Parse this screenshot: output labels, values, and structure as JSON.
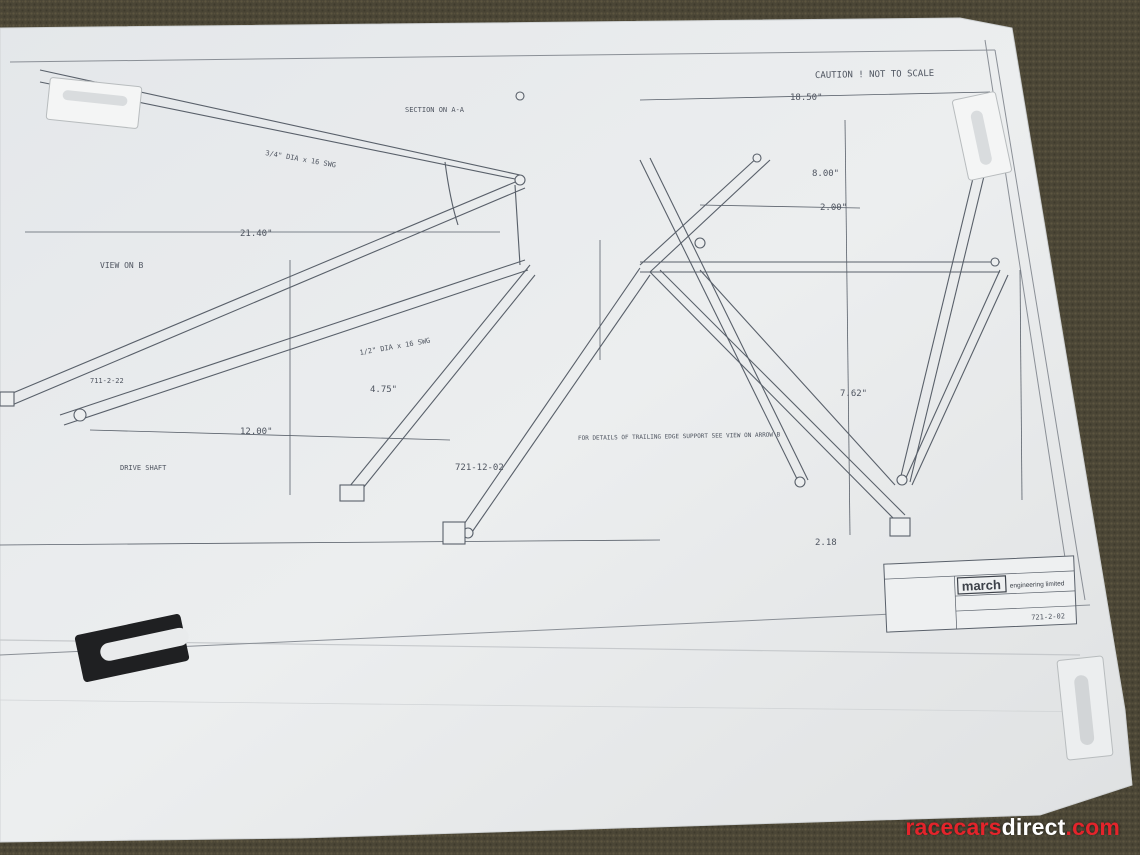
{
  "drawing": {
    "caution_note": "CAUTION ! NOT TO SCALE",
    "section_label": "SECTION ON A-A",
    "view_label": "VIEW ON B",
    "dimensions": [
      "21.40\"",
      "18.50\"",
      "12.00\"",
      "4.75\"",
      "7.62\"",
      "2.18",
      "8.00\"",
      "2.00\""
    ],
    "part_numbers": [
      "711-2-22",
      "721-12-02"
    ],
    "tube_callouts": [
      "3/4\" DIA x 16 SWG",
      "1/2\" DIA x 16 SWG"
    ],
    "details_note": "FOR DETAILS OF TRAILING EDGE SUPPORT SEE VIEW ON ARROW B",
    "drive_shaft_label": "DRIVE SHAFT"
  },
  "title_block": {
    "company": "march",
    "company_suffix": "engineering limited",
    "part_no": "721-2-02"
  },
  "watermark": {
    "part1": "racecars",
    "part2": "direct",
    "part3": ".com"
  },
  "colors": {
    "carpet": "#4a4535",
    "paper": "#e9ebec",
    "ink": "#5a5f66",
    "watermark_red": "#e3242b"
  }
}
